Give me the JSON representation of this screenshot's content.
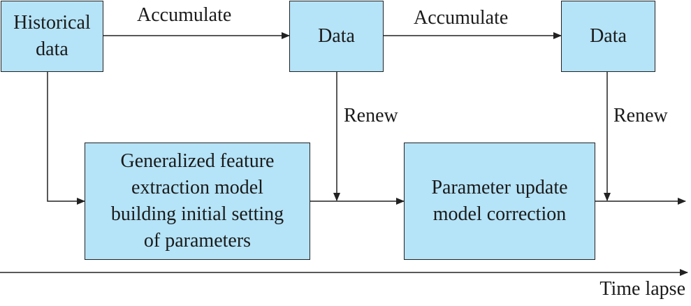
{
  "nodes": {
    "historical": "Historical\ndata",
    "data1": "Data",
    "data2": "Data",
    "feature_model": "Generalized feature\nextraction model\nbuilding initial setting\nof parameters",
    "param_update": "Parameter update\nmodel correction"
  },
  "edges": {
    "accumulate1": "Accumulate",
    "accumulate2": "Accumulate",
    "renew1": "Renew",
    "renew2": "Renew"
  },
  "axis": {
    "time_label": "Time lapse"
  },
  "colors": {
    "box_fill": "#b5e3f7",
    "stroke": "#222222"
  }
}
